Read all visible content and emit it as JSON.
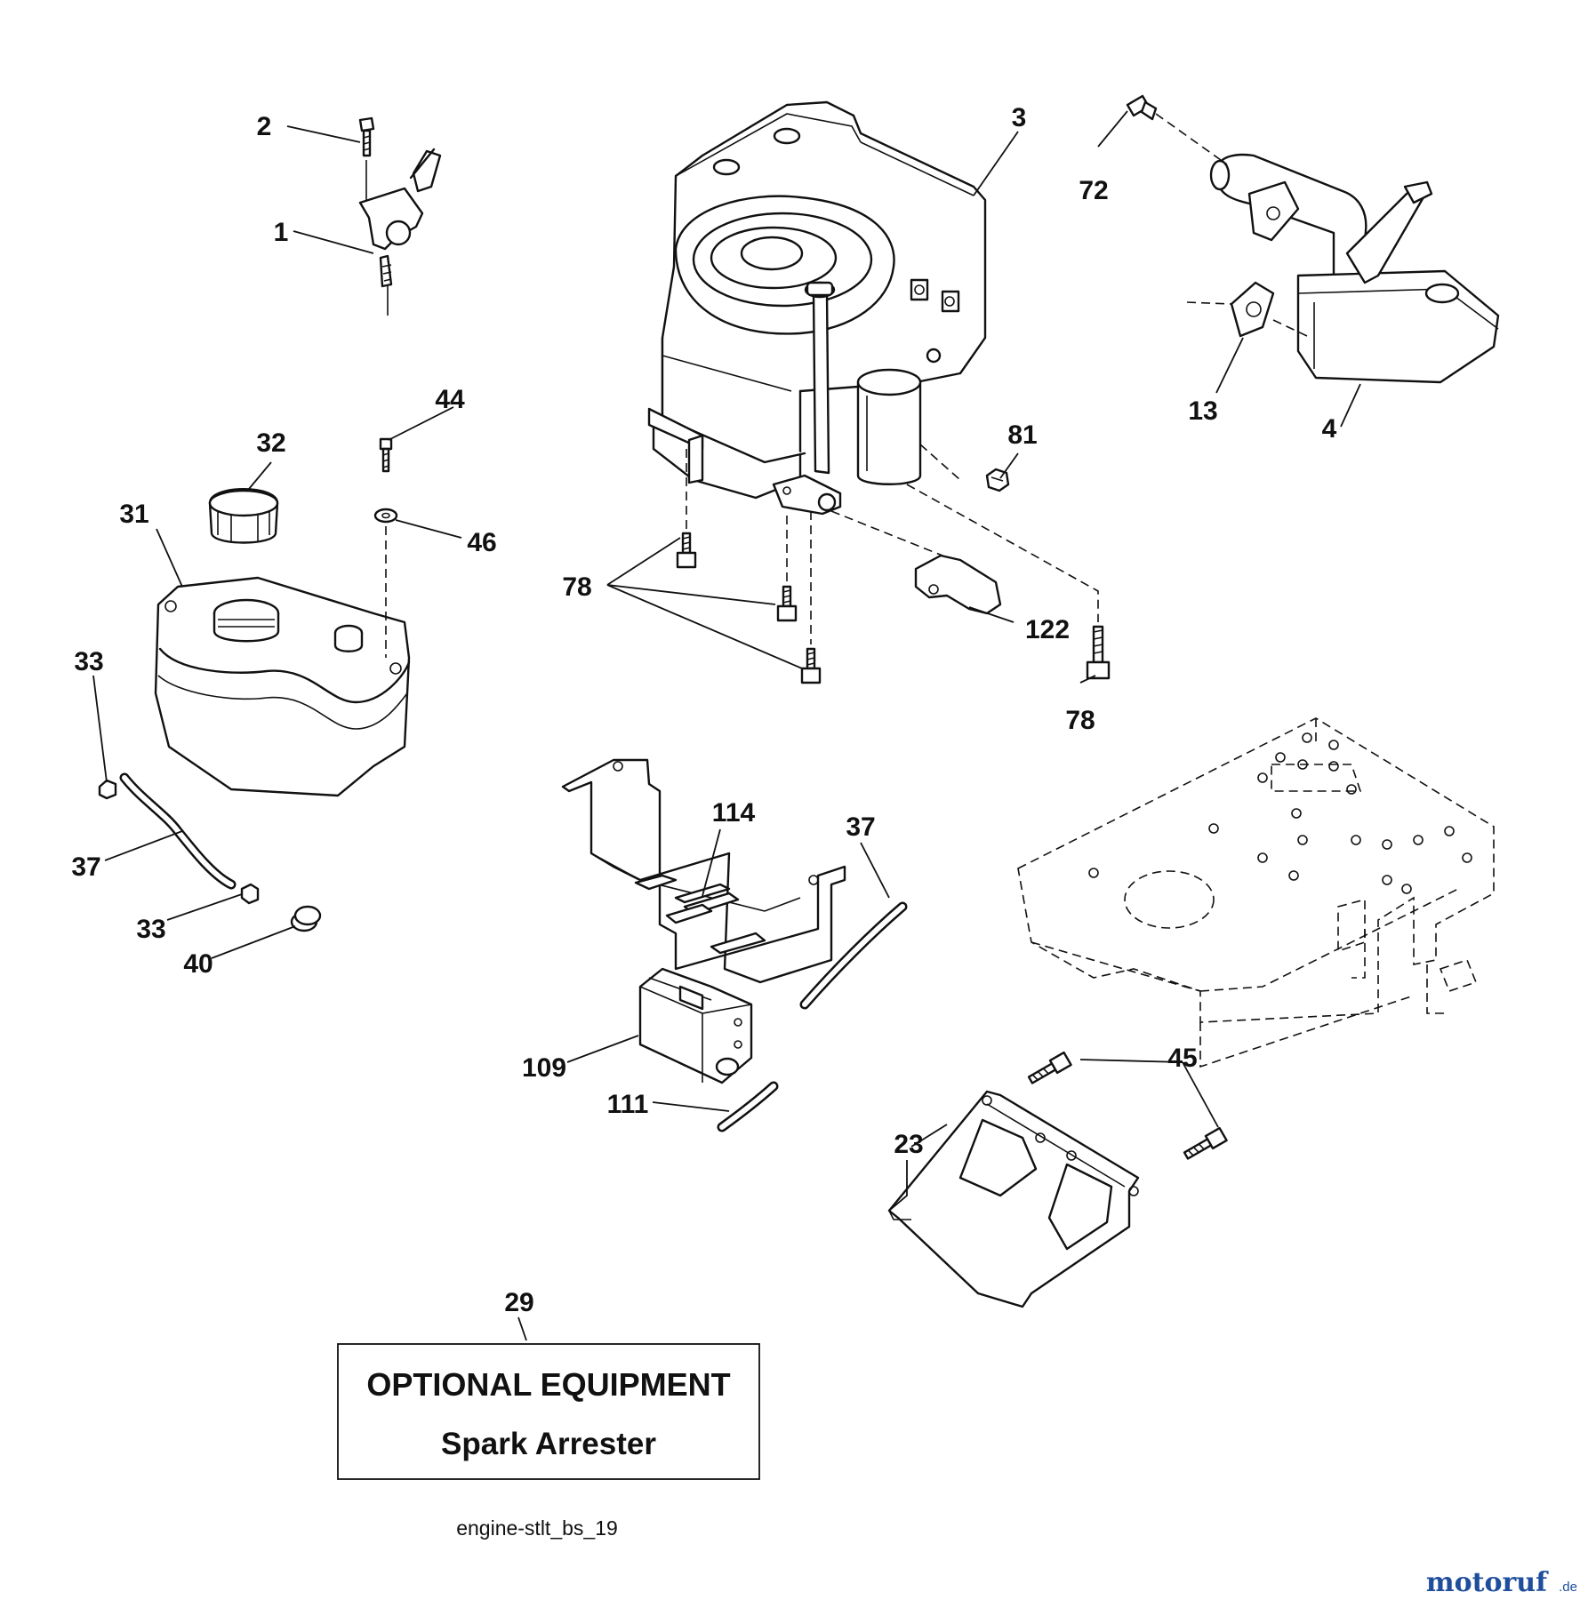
{
  "diagram": {
    "part_numbers": {
      "p1": "1",
      "p2": "2",
      "p3": "3",
      "p4": "4",
      "p13": "13",
      "p23": "23",
      "p29": "29",
      "p31": "31",
      "p32": "32",
      "p33a": "33",
      "p33b": "33",
      "p37a": "37",
      "p37b": "37",
      "p40": "40",
      "p44": "44",
      "p45": "45",
      "p46": "46",
      "p72": "72",
      "p78a": "78",
      "p78b": "78",
      "p81": "81",
      "p109": "109",
      "p111": "111",
      "p114": "114",
      "p122": "122"
    },
    "optional_box": {
      "title": "OPTIONAL EQUIPMENT",
      "subtitle": "Spark Arrester"
    },
    "caption": "engine-stlt_bs_19",
    "watermark": {
      "text": "motoruf",
      "suffix": ".de"
    },
    "colors": {
      "line": "#111111",
      "background": "#ffffff",
      "brand_blue": "#1f4e9c",
      "brand_orange": "#e07b1a"
    }
  }
}
